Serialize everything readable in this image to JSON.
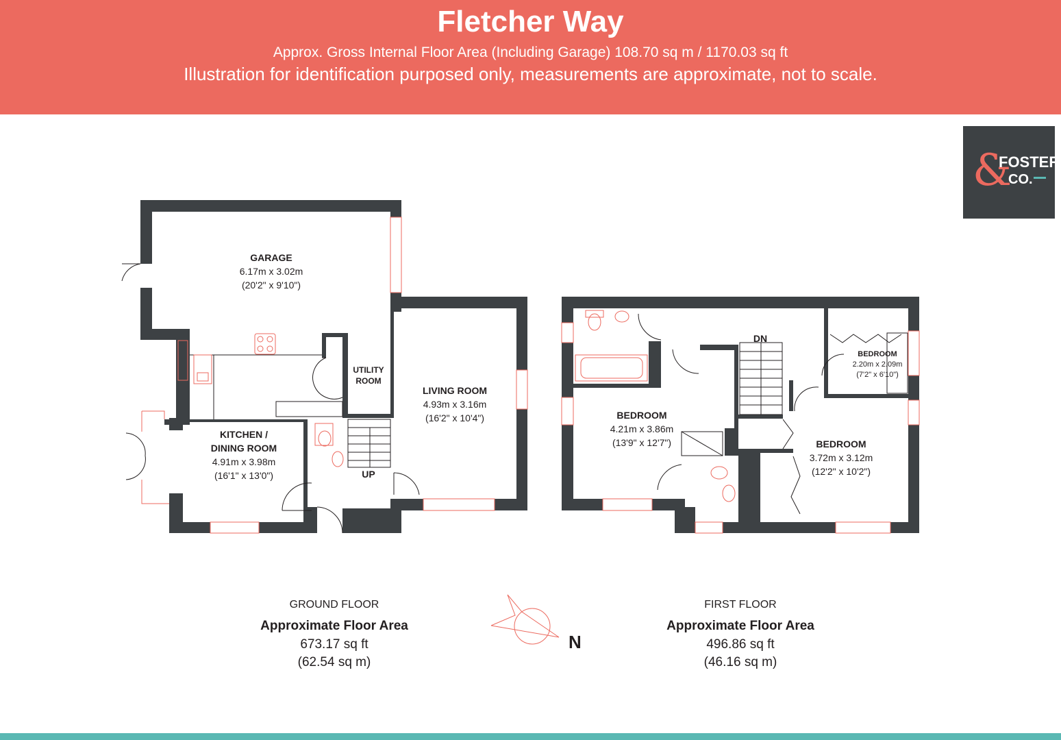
{
  "header": {
    "title": "Fletcher Way",
    "subtitle": "Approx. Gross Internal Floor Area (Including Garage) 108.70 sq m / 1170.03 sq ft",
    "disclaimer": "Illustration for identification purposed only, measurements are approximate, not to scale."
  },
  "logo": {
    "amp": "&",
    "line1": "FOSTER",
    "line2": "CO."
  },
  "ground_floor": {
    "label": "GROUND FLOOR",
    "area_heading": "Approximate Floor Area",
    "area_sqft": "673.17 sq ft",
    "area_sqm": "(62.54 sq m)",
    "rooms": {
      "garage": {
        "name": "GARAGE",
        "metric": "6.17m x 3.02m",
        "imperial": "(20'2\" x 9'10\")"
      },
      "utility": {
        "name1": "UTILITY",
        "name2": "ROOM"
      },
      "living": {
        "name": "LIVING ROOM",
        "metric": "4.93m x 3.16m",
        "imperial": "(16'2\" x 10'4\")"
      },
      "kitchen": {
        "name1": "KITCHEN /",
        "name2": "DINING ROOM",
        "metric": "4.91m x 3.98m",
        "imperial": "(16'1\" x 13'0\")"
      }
    },
    "stairs": "UP"
  },
  "first_floor": {
    "label": "FIRST FLOOR",
    "area_heading": "Approximate Floor Area",
    "area_sqft": "496.86 sq ft",
    "area_sqm": "(46.16 sq m)",
    "rooms": {
      "bedroom1": {
        "name": "BEDROOM",
        "metric": "4.21m x 3.86m",
        "imperial": "(13'9\" x 12'7\")"
      },
      "bedroom2": {
        "name": "BEDROOM",
        "metric": "3.72m x 3.12m",
        "imperial": "(12'2\" x 10'2\")"
      },
      "bedroom3": {
        "name": "BEDROOM",
        "metric": "2.20m x 2.09m",
        "imperial": "(7'2\" x 6'10\")"
      }
    },
    "stairs": "DN"
  },
  "compass": {
    "label": "N"
  },
  "colors": {
    "banner": "#ec6a5f",
    "wall": "#3d4144",
    "accent": "#5ab8b3",
    "fixture": "#ec6a5f"
  }
}
